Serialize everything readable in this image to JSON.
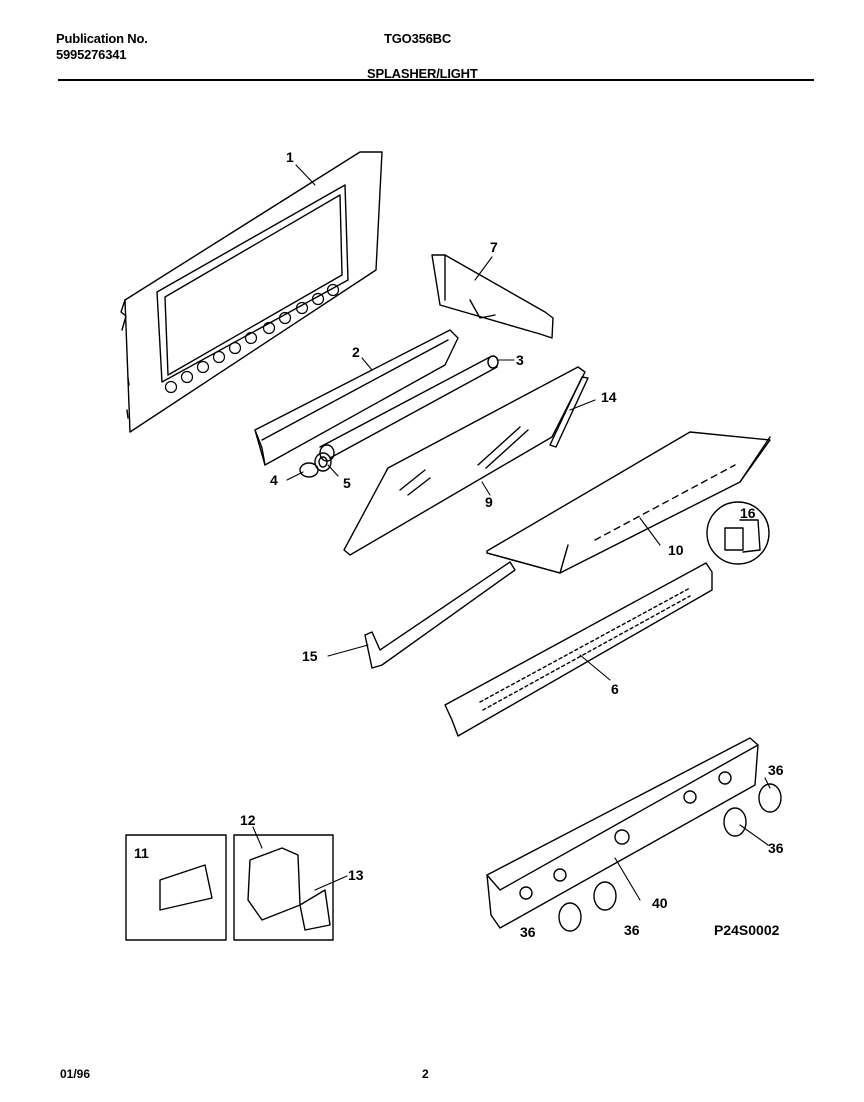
{
  "header": {
    "publication_label": "Publication No.",
    "publication_number": "5995276341",
    "model": "TGO356BC",
    "section_title": "SPLASHER/LIGHT"
  },
  "parts": {
    "p1": "1",
    "p2": "2",
    "p3": "3",
    "p4": "4",
    "p5": "5",
    "p6": "6",
    "p7": "7",
    "p9": "9",
    "p10": "10",
    "p11": "11",
    "p12": "12",
    "p13": "13",
    "p14": "14",
    "p15": "15",
    "p16": "16",
    "p36": "36",
    "p40": "40"
  },
  "diagram_code": "P24S0002",
  "footer": {
    "date": "01/96",
    "page": "2"
  }
}
